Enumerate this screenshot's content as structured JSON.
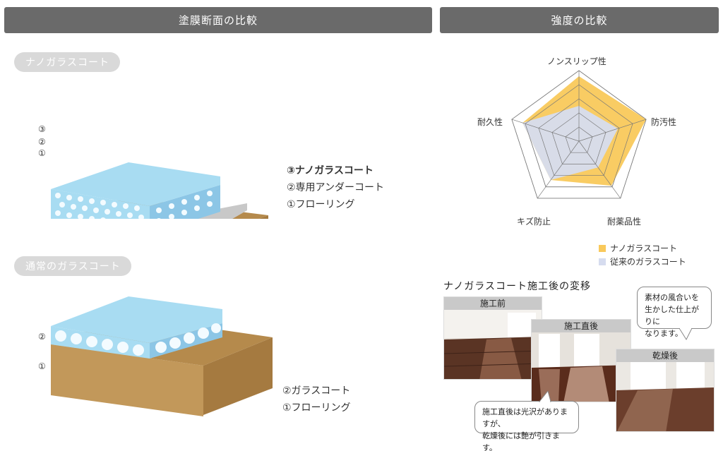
{
  "headers": {
    "left": "塗膜断面の比較",
    "right": "強度の比較"
  },
  "nano": {
    "pill": "ナノガラスコート",
    "layer_numbers": [
      "③",
      "②",
      "①"
    ],
    "legend": [
      "③ナノガラスコート",
      "②専用アンダーコート",
      "①フローリング"
    ]
  },
  "normal": {
    "pill": "通常のガラスコート",
    "layer_numbers": [
      "②",
      "①"
    ],
    "legend": [
      "②ガラスコート",
      "①フローリング"
    ]
  },
  "colors": {
    "header_bg": "#6a6a6a",
    "glass": "#a8dcf2",
    "glass_side": "#8cc6e6",
    "bubble": "#f3fbff",
    "wood_top": "#b58a4c",
    "wood_front": "#c2985a",
    "wood_side": "#a57a40",
    "undercoat": "#c8c8c8",
    "nano_fill": "#f9c95b",
    "conventional_fill": "#d6dcef"
  },
  "chart_data": {
    "type": "radar",
    "axes": [
      "ノンスリップ性",
      "防汚性",
      "耐薬品性",
      "キズ防止",
      "耐久性"
    ],
    "max": 5,
    "series": [
      {
        "name": "ナノガラスコート",
        "values": [
          4.6,
          5,
          3.9,
          3.4,
          4.2
        ]
      },
      {
        "name": "従来のガラスコート",
        "values": [
          2.5,
          2.9,
          2.3,
          3.4,
          4.2
        ]
      }
    ]
  },
  "transition": {
    "title": "ナノガラスコート施工後の変移",
    "photos": [
      "施工前",
      "施工直後",
      "乾燥後"
    ],
    "bubble_dry_lines": [
      "素材の風合いを",
      "生かした仕上がりに",
      "なります。"
    ],
    "bubble_after_lines": [
      "施工直後は光沢がありますが、",
      "乾燥後には艶が引きます。"
    ]
  }
}
